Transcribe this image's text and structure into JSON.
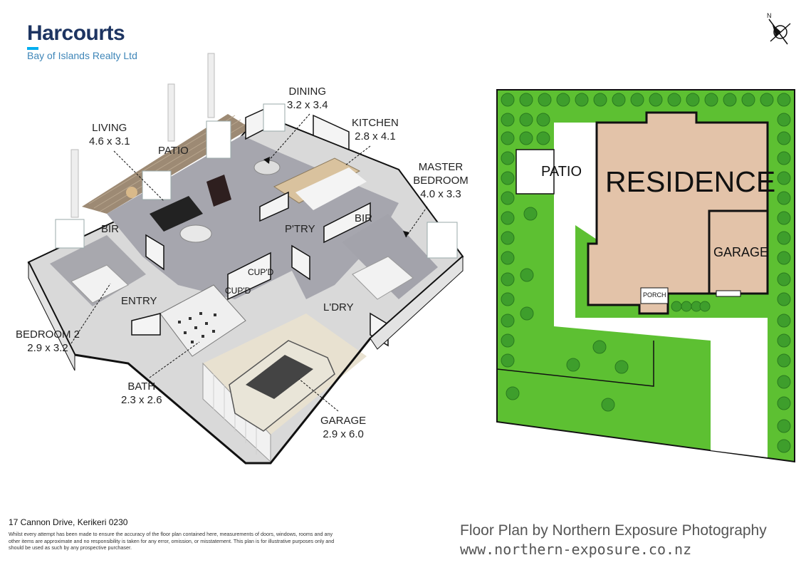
{
  "brand": {
    "name": "Harcourts",
    "subtitle": "Bay of Islands Realty Ltd",
    "accent_color": "#00aeef",
    "primary_color": "#1d3461"
  },
  "floor_plan": {
    "rooms": [
      {
        "name": "LIVING",
        "size": "4.6 x 3.1"
      },
      {
        "name": "DINING",
        "size": "3.2 x 3.4"
      },
      {
        "name": "KITCHEN",
        "size": "2.8 x 4.1"
      },
      {
        "name": "MASTER BEDROOM",
        "size": "4.0 x 3.3"
      },
      {
        "name": "BEDROOM 2",
        "size": "2.9 x 3.2"
      },
      {
        "name": "BATH",
        "size": "2.3 x 2.6"
      },
      {
        "name": "GARAGE",
        "size": "2.9 x 6.0"
      }
    ],
    "labels": {
      "patio": "PATIO",
      "bir_left": "BIR",
      "bir_right": "BIR",
      "pantry": "P'TRY",
      "cupd1": "CUP'D",
      "cupd2": "CUP'D",
      "entry": "ENTRY",
      "laundry": "L'DRY"
    }
  },
  "site_plan": {
    "compass": "N",
    "patio": "PATIO",
    "residence": "RESIDENCE",
    "garage": "GARAGE",
    "porch": "PORCH",
    "colors": {
      "lawn": "#5dc032",
      "residence": "#e3c3a9",
      "hedge": "#3e9e2c"
    }
  },
  "footer": {
    "address": "17 Cannon Drive, Kerikeri 0230",
    "disclaimer": "Whilst every attempt has been made to ensure the accuracy of the floor plan contained here, measurements of doors, windows, rooms and any other items are approximate and no responsibility is taken for any error, omission, or misstatement. This plan is for illustrative purposes only and should be used as such by any prospective purchaser."
  },
  "credit": {
    "line1": "Floor Plan by Northern Exposure Photography",
    "line2": "www.northern-exposure.co.nz"
  }
}
